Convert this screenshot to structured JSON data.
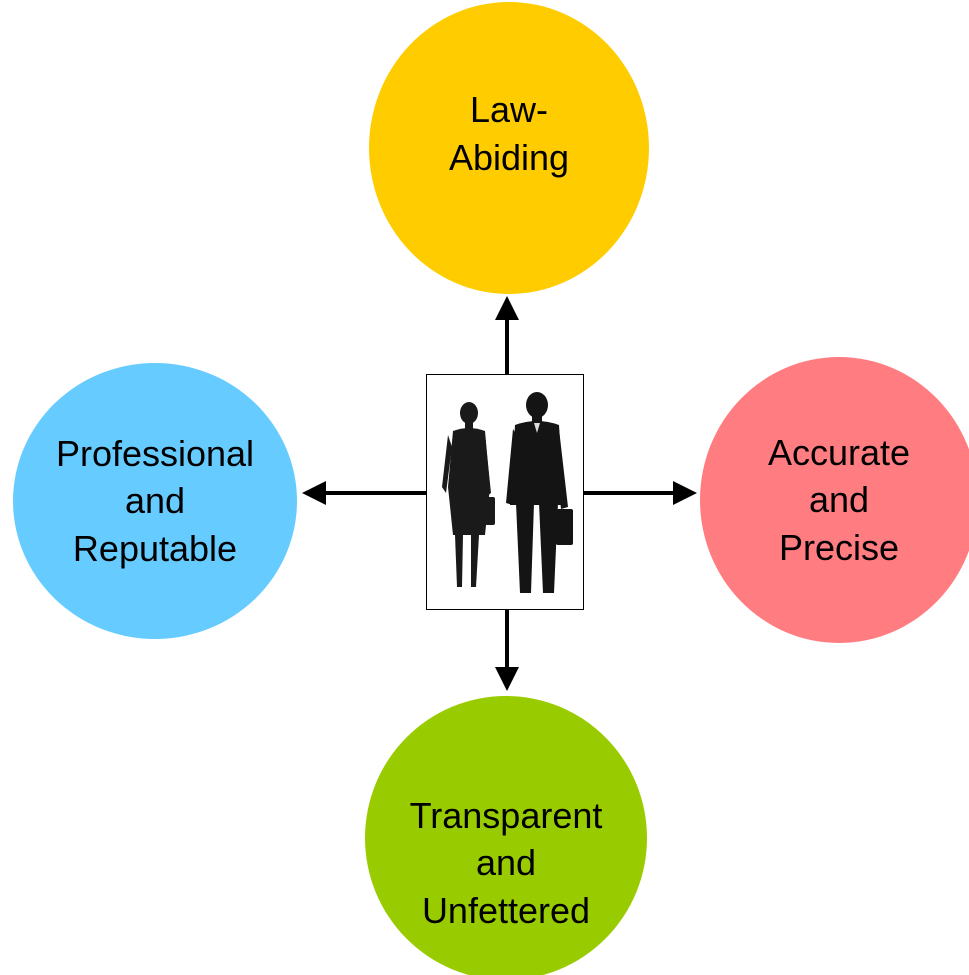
{
  "diagram": {
    "nodes": {
      "top": {
        "label": "Law-\nAbiding",
        "color": "#FFCC00"
      },
      "left": {
        "label": "Professional\nand\nReputable",
        "color": "#66CCFF"
      },
      "right": {
        "label": "Accurate\nand\nPrecise",
        "color": "#FF7C80"
      },
      "bottom": {
        "label": "Transparent\nand\nUnfettered",
        "color": "#99CC00"
      }
    },
    "center_image": "business-people-silhouette",
    "arrow_color": "#000000"
  }
}
